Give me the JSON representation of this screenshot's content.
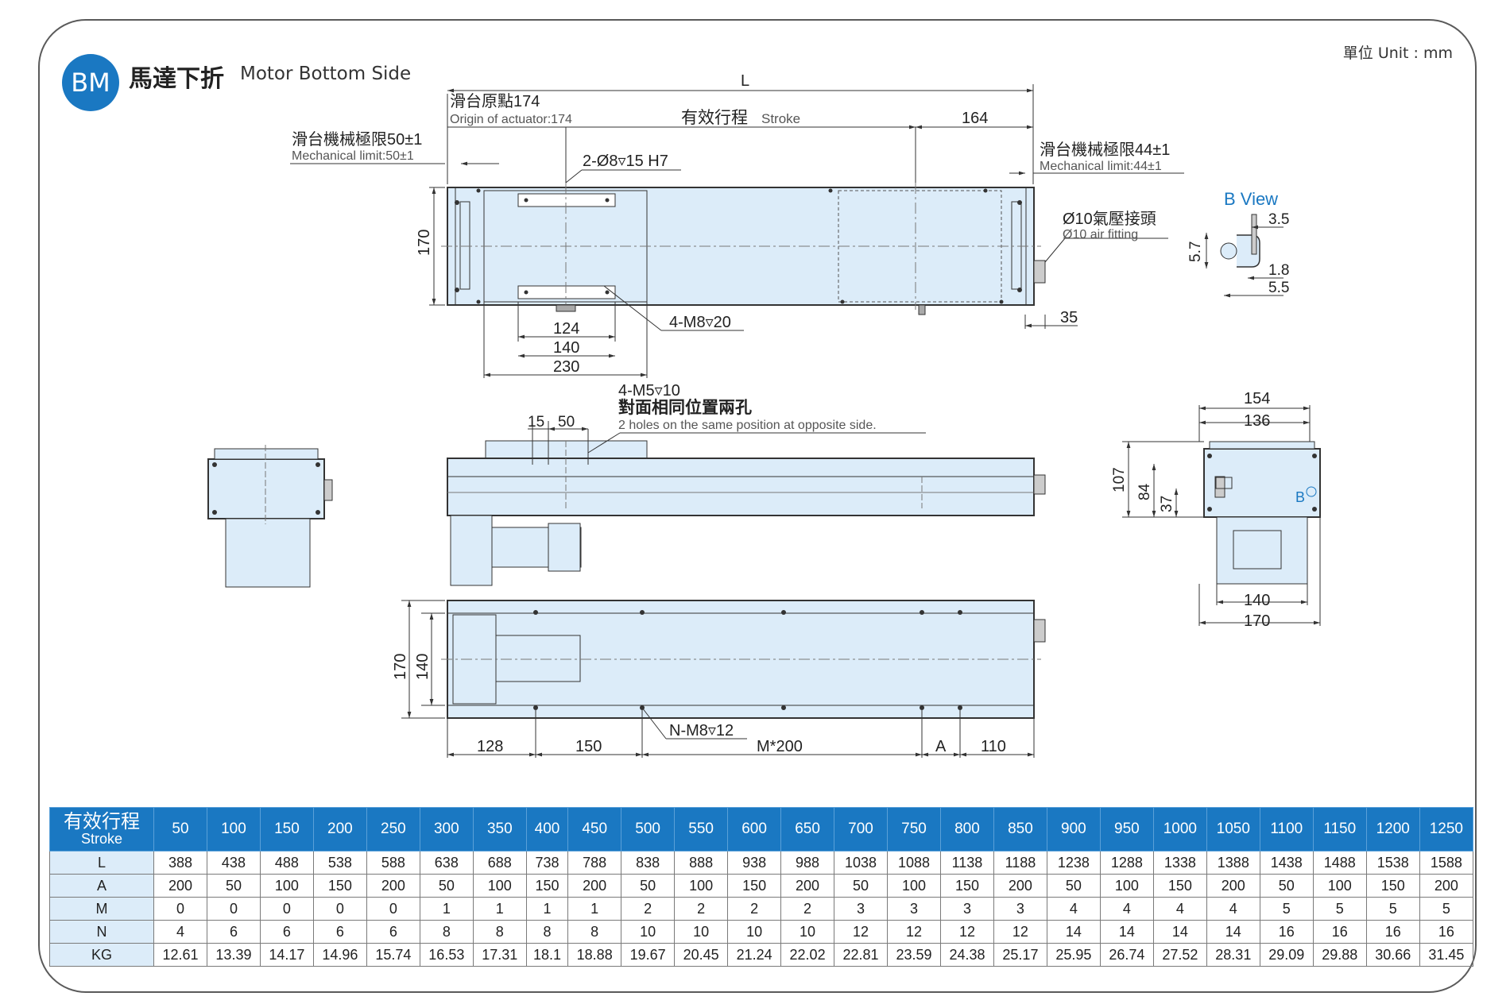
{
  "header": {
    "badge": "BM",
    "title_zh": "馬達下折",
    "title_en": "Motor Bottom Side",
    "unit": "單位 Unit : mm"
  },
  "labels": {
    "L": "L",
    "origin_zh": "滑台原點174",
    "origin_en": "Origin of actuator:174",
    "stroke_zh": "有效行程",
    "stroke_en": "Stroke",
    "d164": "164",
    "mech50_zh": "滑台機械極限50±1",
    "mech50_en": "Mechanical limit:50±1",
    "mech44_zh": "滑台機械極限44±1",
    "mech44_en": "Mechanical limit:44±1",
    "hole_2": "2-Ø8▿15 H7",
    "h170": "170",
    "air_zh": "Ø10氣壓接頭",
    "air_en": "Ø10 air fitting",
    "d124": "124",
    "d140": "140",
    "d230": "230",
    "m8_20": "4-M8▿20",
    "d35": "35",
    "bview": "B View",
    "b35": "3.5",
    "b57": "5.7",
    "b18": "1.8",
    "b55": "5.5",
    "m5_10": "4-M5▿10",
    "opp_zh": "對面相同位置兩孔",
    "opp_en": "2 holes on the same position at opposite side.",
    "d15": "15",
    "d50": "50",
    "d154": "154",
    "d136": "136",
    "d107": "107",
    "d84": "84",
    "d37": "37",
    "B": "B",
    "end140": "140",
    "end170": "170",
    "bot170": "170",
    "bot140": "140",
    "nm8": "N-M8▿12",
    "d128": "128",
    "d150": "150",
    "m200": "M*200",
    "A": "A",
    "d110": "110"
  },
  "table": {
    "head_zh": "有效行程",
    "head_en": "Stroke",
    "strokes": [
      "50",
      "100",
      "150",
      "200",
      "250",
      "300",
      "350",
      "400",
      "450",
      "500",
      "550",
      "600",
      "650",
      "700",
      "750",
      "800",
      "850",
      "900",
      "950",
      "1000",
      "1050",
      "1100",
      "1150",
      "1200",
      "1250"
    ],
    "rows": [
      {
        "label": "L",
        "values": [
          "388",
          "438",
          "488",
          "538",
          "588",
          "638",
          "688",
          "738",
          "788",
          "838",
          "888",
          "938",
          "988",
          "1038",
          "1088",
          "1138",
          "1188",
          "1238",
          "1288",
          "1338",
          "1388",
          "1438",
          "1488",
          "1538",
          "1588"
        ]
      },
      {
        "label": "A",
        "values": [
          "200",
          "50",
          "100",
          "150",
          "200",
          "50",
          "100",
          "150",
          "200",
          "50",
          "100",
          "150",
          "200",
          "50",
          "100",
          "150",
          "200",
          "50",
          "100",
          "150",
          "200",
          "50",
          "100",
          "150",
          "200"
        ]
      },
      {
        "label": "M",
        "values": [
          "0",
          "0",
          "0",
          "0",
          "0",
          "1",
          "1",
          "1",
          "1",
          "2",
          "2",
          "2",
          "2",
          "3",
          "3",
          "3",
          "3",
          "4",
          "4",
          "4",
          "4",
          "5",
          "5",
          "5",
          "5"
        ]
      },
      {
        "label": "N",
        "values": [
          "4",
          "6",
          "6",
          "6",
          "6",
          "8",
          "8",
          "8",
          "8",
          "10",
          "10",
          "10",
          "10",
          "12",
          "12",
          "12",
          "12",
          "14",
          "14",
          "14",
          "14",
          "16",
          "16",
          "16",
          "16"
        ]
      },
      {
        "label": "KG",
        "values": [
          "12.61",
          "13.39",
          "14.17",
          "14.96",
          "15.74",
          "16.53",
          "17.31",
          "18.1",
          "18.88",
          "19.67",
          "20.45",
          "21.24",
          "22.02",
          "22.81",
          "23.59",
          "24.38",
          "25.17",
          "25.95",
          "26.74",
          "27.52",
          "28.31",
          "29.09",
          "29.88",
          "30.66",
          "31.45"
        ]
      }
    ]
  },
  "colors": {
    "accent": "#1a78c2",
    "body": "#dcecf9",
    "line": "#333333"
  }
}
